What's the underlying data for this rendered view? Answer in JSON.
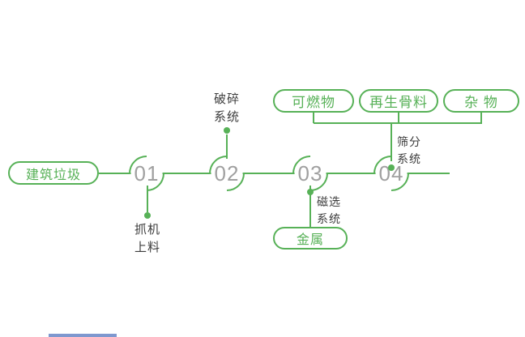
{
  "diagram": {
    "source": "建筑垃圾",
    "stages": [
      {
        "number": "01",
        "label": "抓机\n上料"
      },
      {
        "number": "02",
        "label": "破碎\n系统"
      },
      {
        "number": "03",
        "label": "磁选\n系统"
      },
      {
        "number": "04",
        "label": "筛分\n系统"
      }
    ],
    "metal_output": "金属",
    "final_outputs": [
      "可燃物",
      "再生骨料",
      "杂 物"
    ]
  },
  "colors": {
    "line_green": "#57b157",
    "number_gray": "#a0a0a0",
    "label_text": "#3c3c3c",
    "background": "#ffffff",
    "bottom_strip": "#7f98cf"
  }
}
